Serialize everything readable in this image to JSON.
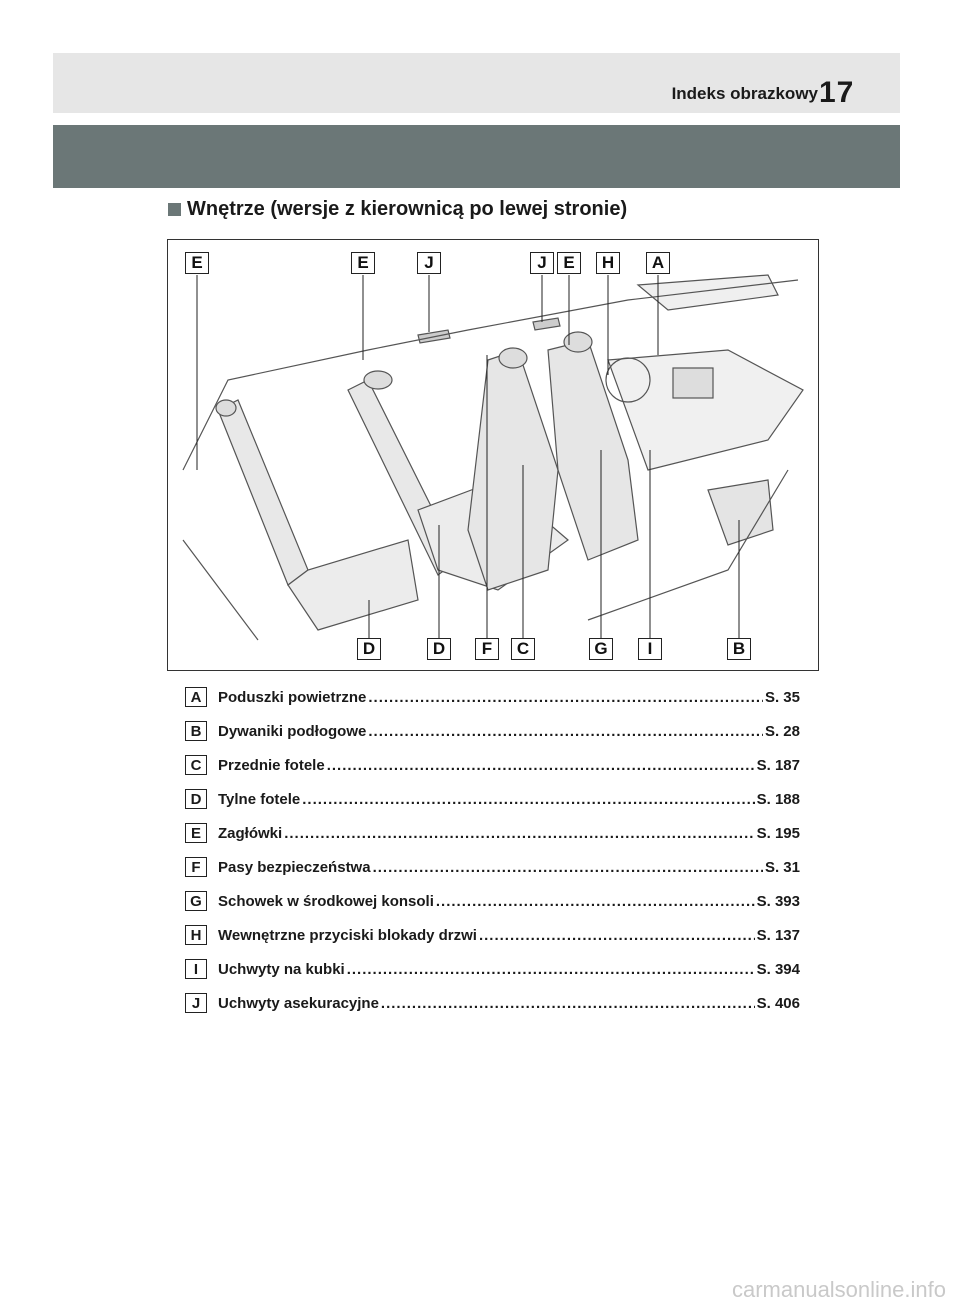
{
  "header": {
    "title": "Indeks obrazkowy",
    "page_number": "17"
  },
  "section": {
    "title": "Wnętrze (wersje z kierownicą po lewej stronie)"
  },
  "diagram": {
    "top_labels": [
      "E",
      "E",
      "J",
      "J",
      "E",
      "H",
      "A"
    ],
    "bottom_labels": [
      "D",
      "D",
      "F",
      "C",
      "G",
      "I",
      "B"
    ]
  },
  "items": [
    {
      "key": "A",
      "label": "Poduszki powietrzne",
      "ref": "S. 35"
    },
    {
      "key": "B",
      "label": "Dywaniki podłogowe",
      "ref": "S. 28"
    },
    {
      "key": "C",
      "label": "Przednie fotele",
      "ref": "S. 187"
    },
    {
      "key": "D",
      "label": "Tylne fotele",
      "ref": "S. 188"
    },
    {
      "key": "E",
      "label": "Zagłówki",
      "ref": "S. 195"
    },
    {
      "key": "F",
      "label": "Pasy bezpieczeństwa",
      "ref": "S. 31"
    },
    {
      "key": "G",
      "label": "Schowek w środkowej konsoli",
      "ref": "S. 393"
    },
    {
      "key": "H",
      "label": "Wewnętrzne przyciski blokady drzwi",
      "ref": "S. 137"
    },
    {
      "key": "I",
      "label": "Uchwyty na kubki",
      "ref": "S. 394"
    },
    {
      "key": "J",
      "label": "Uchwyty asekuracyjne",
      "ref": "S. 406"
    }
  ],
  "watermark": "carmanualsonline.info",
  "colors": {
    "header_bg": "#e6e6e6",
    "band": "#6b7777",
    "text": "#1a1a1a"
  }
}
